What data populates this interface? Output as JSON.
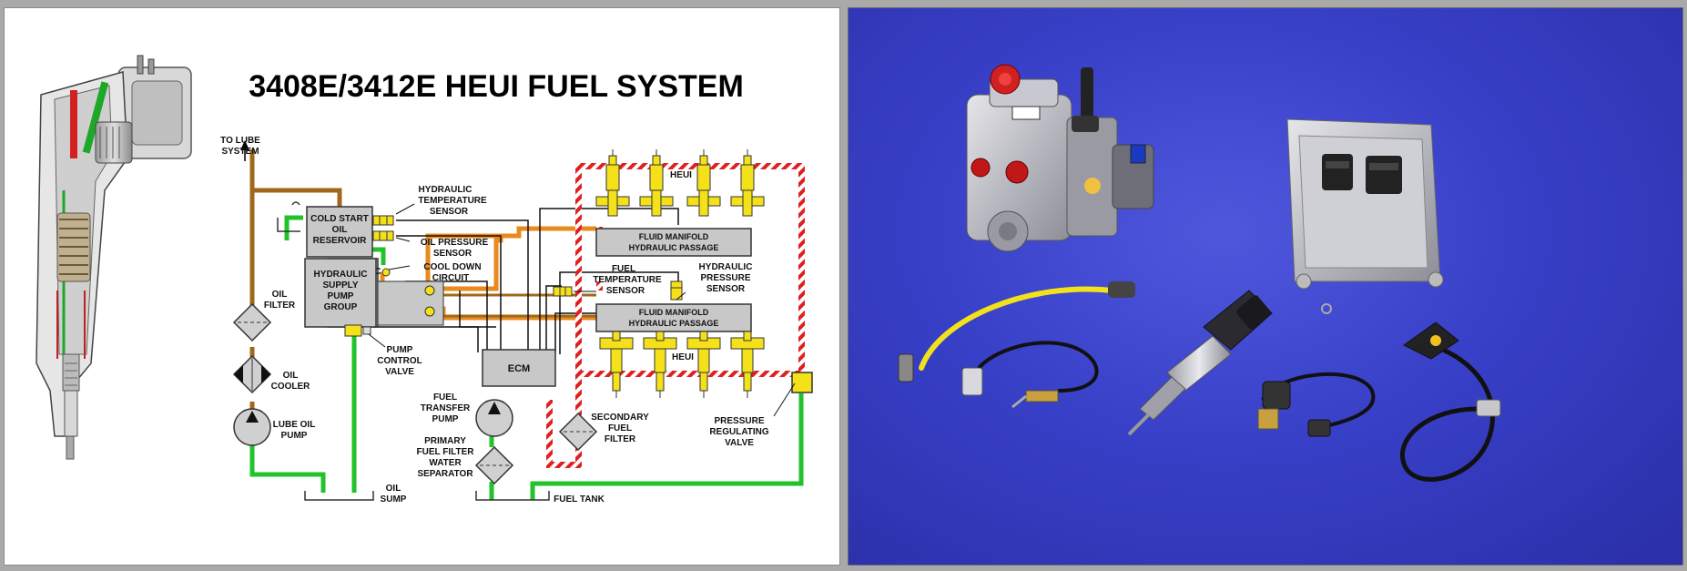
{
  "title": "3408E/3412E HEUI FUEL SYSTEM",
  "labels": {
    "to_lube_1": "TO LUBE",
    "to_lube_2": "SYSTEM",
    "cold_start_1": "COLD START",
    "cold_start_2": "OIL",
    "cold_start_3": "RESERVOIR",
    "hyd_supply_1": "HYDRAULIC",
    "hyd_supply_2": "SUPPLY",
    "hyd_supply_3": "PUMP",
    "hyd_supply_4": "GROUP",
    "hyd_temp_1": "HYDRAULIC",
    "hyd_temp_2": "TEMPERATURE",
    "hyd_temp_3": "SENSOR",
    "oil_press_1": "OIL PRESSURE",
    "oil_press_2": "SENSOR",
    "cool_down_1": "COOL DOWN",
    "cool_down_2": "CIRCUIT",
    "oil_filter_1": "OIL",
    "oil_filter_2": "FILTER",
    "oil_cooler_1": "OIL",
    "oil_cooler_2": "COOLER",
    "lube_pump_1": "LUBE OIL",
    "lube_pump_2": "PUMP",
    "pump_ctrl_1": "PUMP",
    "pump_ctrl_2": "CONTROL",
    "pump_ctrl_3": "VALVE",
    "oil_sump_1": "OIL",
    "oil_sump_2": "SUMP",
    "ecm": "ECM",
    "fuel_transfer_1": "FUEL",
    "fuel_transfer_2": "TRANSFER",
    "fuel_transfer_3": "PUMP",
    "primary_1": "PRIMARY",
    "primary_2": "FUEL FILTER",
    "primary_3": "WATER",
    "primary_4": "SEPARATOR",
    "fuel_tank": "FUEL TANK",
    "secondary_1": "SECONDARY",
    "secondary_2": "FUEL",
    "secondary_3": "FILTER",
    "pressure_reg_1": "PRESSURE",
    "pressure_reg_2": "REGULATING",
    "pressure_reg_3": "VALVE",
    "fuel_temp_1": "FUEL",
    "fuel_temp_2": "TEMPERATURE",
    "fuel_temp_3": "SENSOR",
    "hyd_press_1": "HYDRAULIC",
    "hyd_press_2": "PRESSURE",
    "hyd_press_3": "SENSOR",
    "manifold_top_1": "FLUID MANIFOLD",
    "manifold_top_2": "HYDRAULIC PASSAGE",
    "manifold_bot_1": "FLUID MANIFOLD",
    "manifold_bot_2": "HYDRAULIC PASSAGE",
    "heui_top": "HEUI",
    "heui_bottom": "HEUI"
  },
  "colors": {
    "lube_line": "#a0681c",
    "oil_line": "#22c22a",
    "hydraulic_line": "#e88a1e",
    "fuel_return": "#e02020",
    "injector": "#f4e11a",
    "component_fill": "#c8c8c8",
    "photo_background": "#3a42cc"
  },
  "photo_items": [
    "injection-pump",
    "ecm-module",
    "temperature-sensor-harness",
    "heui-injector",
    "pressure-sensor-harness",
    "speed-sensor-harness"
  ]
}
